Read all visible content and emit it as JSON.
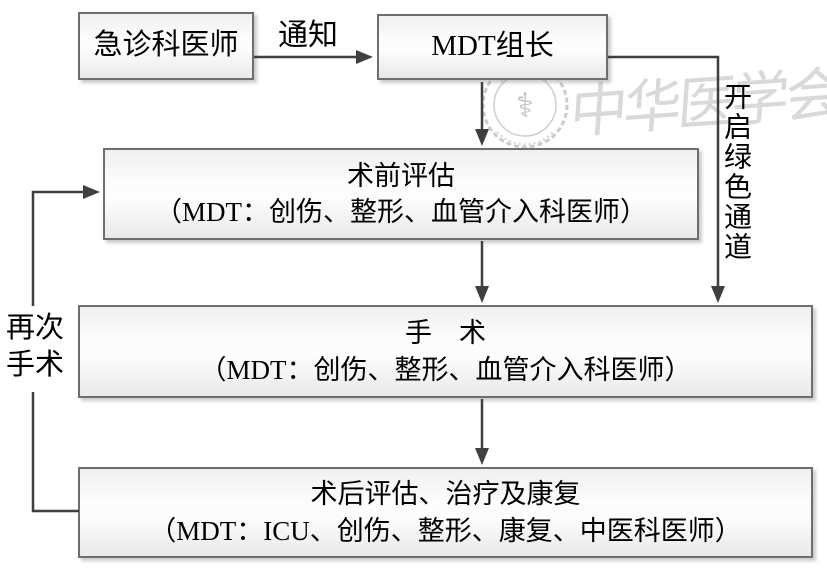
{
  "diagram": {
    "nodes": {
      "emergency": {
        "label": "急诊科医师"
      },
      "mdt_leader": {
        "label": "MDT组长"
      },
      "preop_eval": {
        "title": "术前评估",
        "subtitle": "（MDT：创伤、整形、血管介入科医师）"
      },
      "surgery": {
        "title": "手　术",
        "subtitle": "（MDT：创伤、整形、血管介入科医师）"
      },
      "postop": {
        "title": "术后评估、治疗及康复",
        "subtitle": "（MDT：ICU、创伤、整形、康复、中医科医师）"
      }
    },
    "edge_labels": {
      "notify": "通知",
      "green_channel": "开启绿色通道",
      "reoperation": "再次手术"
    }
  },
  "watermark": {
    "text": "中华医学会",
    "symbol": "⚕"
  },
  "colors": {
    "line": "#3f3f3f",
    "box_border": "#6e6e6e",
    "box_fill_light": "#fdfdfd",
    "box_fill_dark": "#e9e9e9",
    "text": "#000000",
    "watermark": "#d9d9d9"
  }
}
